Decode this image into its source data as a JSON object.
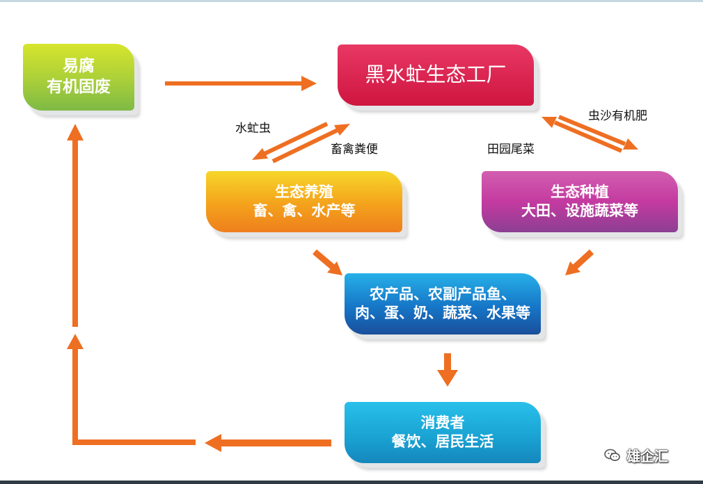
{
  "nodes": {
    "waste": {
      "line1": "易腐",
      "line2": "有机固废"
    },
    "factory": {
      "line1": "黑水虻生态工厂"
    },
    "breeding": {
      "line1": "生态养殖",
      "line2": "畜、禽、水产等"
    },
    "planting": {
      "line1": "生态种植",
      "line2": "大田、设施蔬菜等"
    },
    "products": {
      "line1": "农产品、农副产品鱼、",
      "line2": "肉、蛋、奶、蔬菜、水果等"
    },
    "consumer": {
      "line1": "消费者",
      "line2": "餐饮、居民生活"
    }
  },
  "edge_labels": {
    "bsf": "水虻虫",
    "manure": "畜禽粪便",
    "frass": "虫沙有机肥",
    "straw": "田园尾菜"
  },
  "watermark": {
    "text": "雄企汇",
    "icon": "wechat-icon"
  },
  "colors": {
    "arrow": "#ee6f22",
    "waste": "#a9cf3a",
    "factory": "#d41c47",
    "breeding": "#f4a21c",
    "planting": "#c43aa0",
    "products": "#1676c7",
    "consumer": "#1aa4d4"
  }
}
